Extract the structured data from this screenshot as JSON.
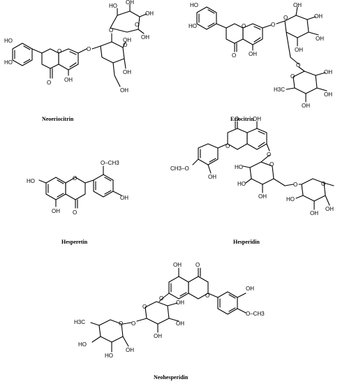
{
  "figure": {
    "molecules": [
      {
        "key": "neoeriocitrin",
        "caption": "Neoeriocitrin"
      },
      {
        "key": "eriocitrin",
        "caption": "Eriocitrin"
      },
      {
        "key": "hesperetin",
        "caption": "Hesperetin"
      },
      {
        "key": "hesperidin",
        "caption": "Hesperidin"
      },
      {
        "key": "neohesperidin",
        "caption": "Neohesperidin"
      }
    ],
    "atom_labels": {
      "ho": "HO",
      "oh": "OH",
      "o": "O",
      "methoxy_right": "O–CH3",
      "methoxy_left": "CH3–O",
      "methyl_h3c": "H3C"
    }
  }
}
